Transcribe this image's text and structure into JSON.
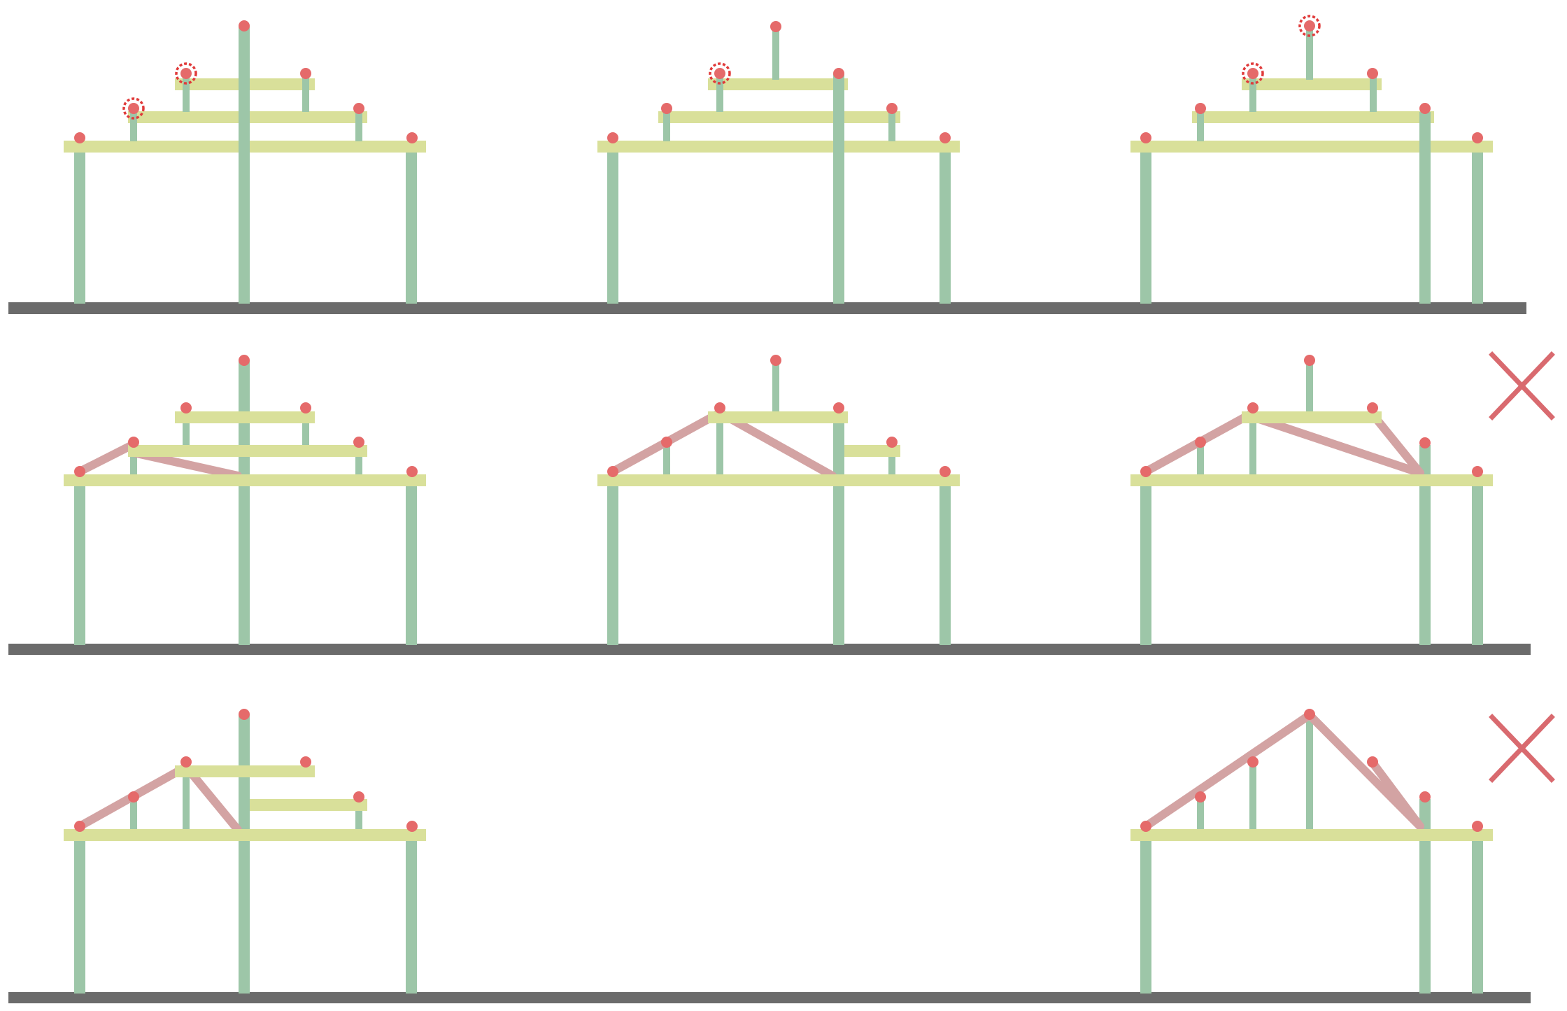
{
  "colors": {
    "ground": "#6b6b6b",
    "column": "#9dc6a8",
    "beam": "#d9e09a",
    "brace": "#d3a3a3",
    "node": "#e56a6a",
    "selection_ring": "#e03a3a",
    "reject_mark": "#d96a6f"
  },
  "diagram": {
    "rows": [
      {
        "frames": [
          {
            "state": "three beam tiers, tall central post",
            "selected_nodes": 2,
            "rejected": false
          },
          {
            "state": "three beam tiers, central post shifted right",
            "selected_nodes": 1,
            "rejected": false
          },
          {
            "state": "three beam tiers, post at right edge",
            "selected_nodes": 2,
            "rejected": false
          }
        ]
      },
      {
        "frames": [
          {
            "state": "left braces added",
            "selected_nodes": 0,
            "rejected": false
          },
          {
            "state": "gable braces added",
            "selected_nodes": 0,
            "rejected": false
          },
          {
            "state": "gable braces to edge post",
            "selected_nodes": 0,
            "rejected": true
          }
        ]
      },
      {
        "frames": [
          {
            "state": "braced left side",
            "selected_nodes": 0,
            "rejected": false
          },
          {
            "state": "pointed truss",
            "selected_nodes": 0,
            "rejected": true
          }
        ]
      }
    ],
    "reject_icon": "x-mark-icon"
  }
}
